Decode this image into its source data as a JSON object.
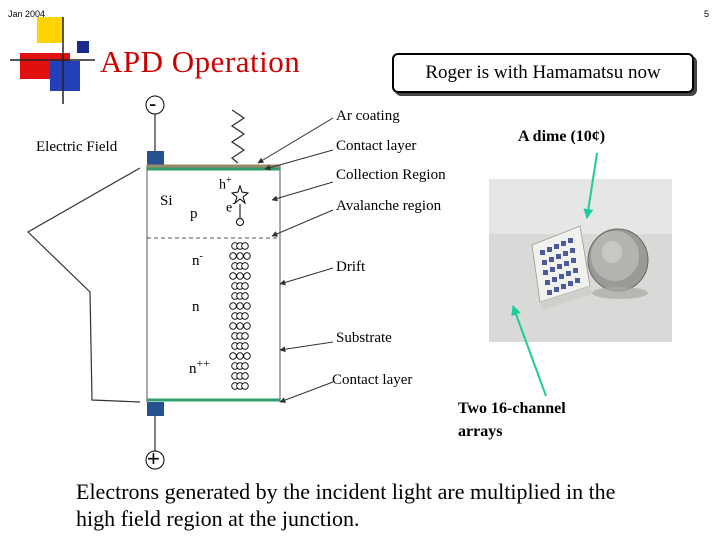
{
  "header": {
    "date": "Jan 2004",
    "page_number": "5"
  },
  "slide": {
    "title": "APD Operation",
    "note": "Roger is with Hamamatsu now",
    "photo_caption": "A dime (10¢)",
    "photo_caption2": "Two 16-channel arrays",
    "photo_caption2_line1": "Two 16-channel",
    "photo_caption2_line2": "arrays",
    "body_text_line1": "Electrons generated by the incident light are multiplied in the",
    "body_text_line2": "high field region at the junction."
  },
  "diagram": {
    "minus_terminal": "-",
    "plus_terminal": "+",
    "electric_field_label": "Electric Field",
    "material": "Si",
    "regions": {
      "p": "p",
      "n_minus": "n",
      "n_minus_sup": "-",
      "n": "n",
      "n_plus": "n",
      "n_plus_sup": "++"
    },
    "hole_label": "h",
    "hole_sup": "+",
    "electron_label": "e",
    "electron_sup": "-",
    "layer_labels": {
      "ar_coating": "Ar coating",
      "contact_top": "Contact layer",
      "collection": "Collection Region",
      "avalanche": "Avalanche region",
      "drift": "Drift",
      "substrate": "Substrate",
      "contact_bottom": "Contact layer"
    },
    "colors": {
      "title": "#cc0000",
      "layer_green": "#2e9e6b",
      "electrode": "#27508f",
      "arrow_teal": "#1ec99a"
    }
  }
}
